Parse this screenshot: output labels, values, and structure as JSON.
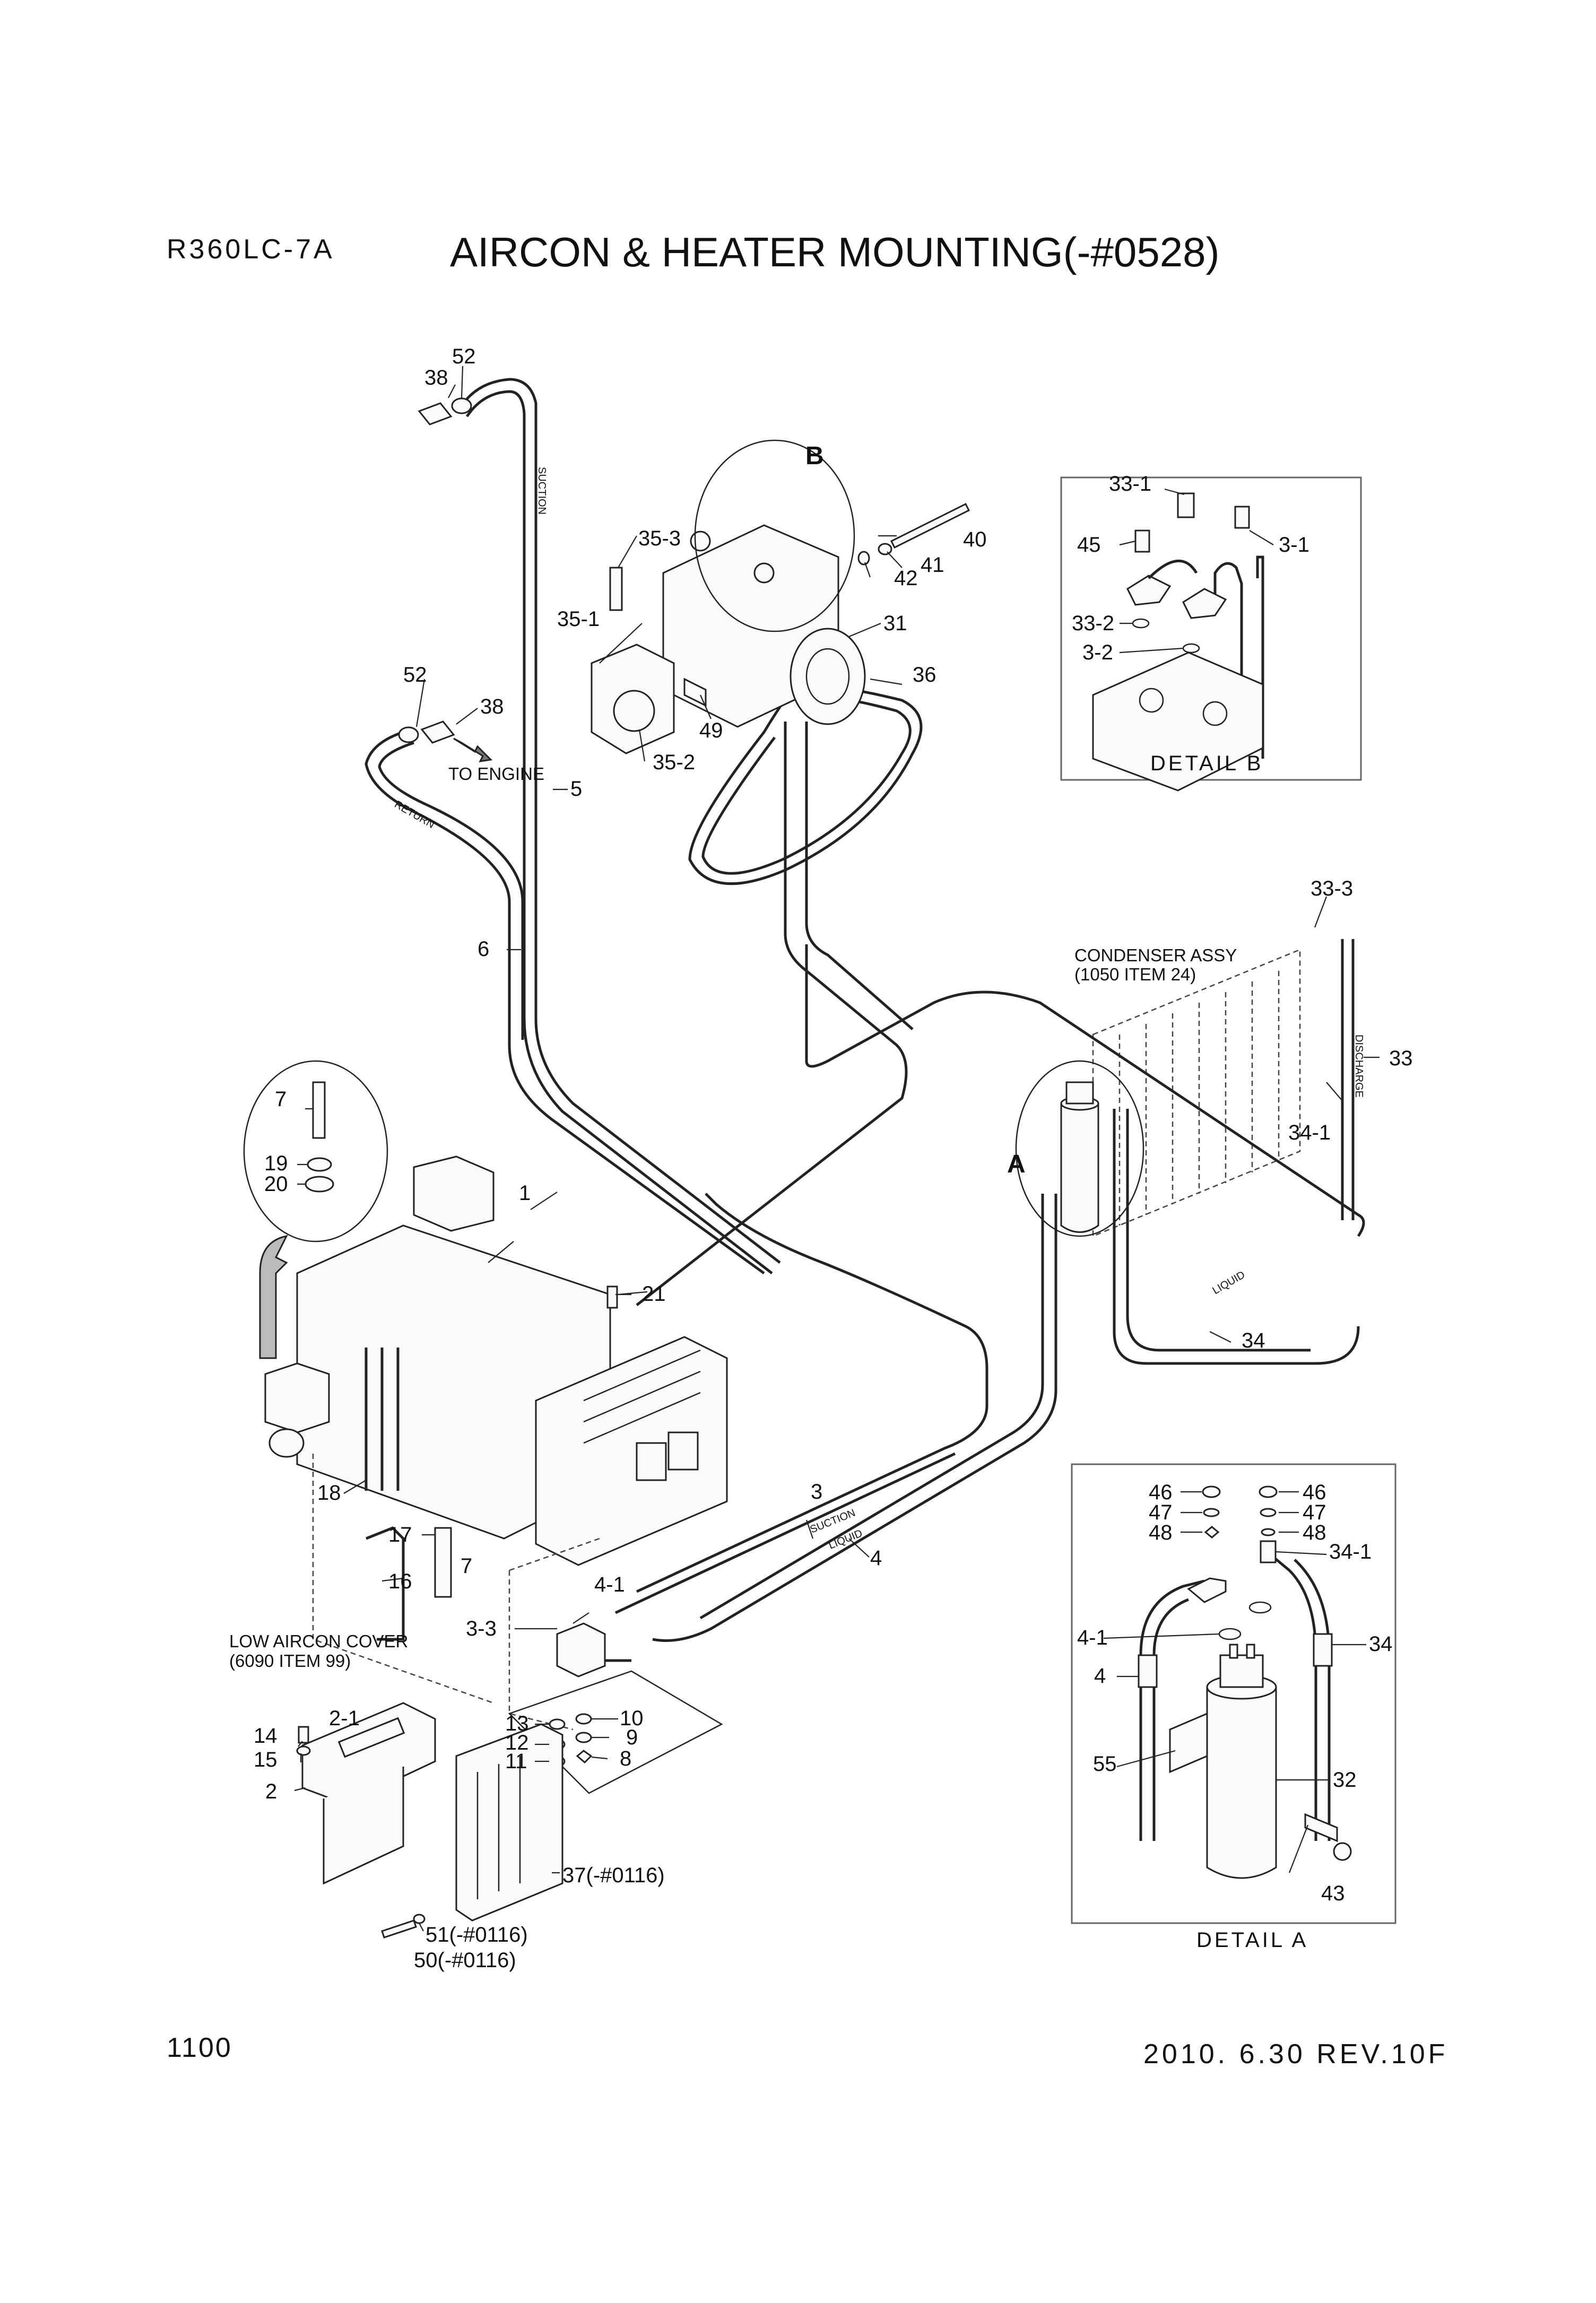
{
  "header": {
    "model": "R360LC-7A",
    "title": "AIRCON & HEATER MOUNTING(-#0528)"
  },
  "footer": {
    "page_number": "1100",
    "revision": "2010. 6.30  REV.10F"
  },
  "details": {
    "a_caption": "DETAIL A",
    "b_caption": "DETAIL B",
    "a_marker": "A",
    "b_marker": "B"
  },
  "notes": {
    "to_engine": "TO ENGINE",
    "condenser_line1": "CONDENSER ASSY",
    "condenser_line2": "(1050 ITEM 24)",
    "low_cover_line1": "LOW AIRCON COVER",
    "low_cover_line2": "(6090 ITEM 99)"
  },
  "hose_marks": {
    "suction": "SUCTION",
    "return": "RETURN",
    "discharge": "DISCHARGE",
    "liquid": "LIQUID",
    "suction2": "SUCTION",
    "liquid2": "LIQUID"
  },
  "callouts": {
    "c52a": "52",
    "c38a": "38",
    "cB": "B",
    "c353": "35-3",
    "c351": "35-1",
    "c40": "40",
    "c41": "41",
    "c42": "42",
    "c31": "31",
    "c36": "36",
    "c49": "49",
    "c352": "35-2",
    "c52b": "52",
    "c38b": "38",
    "c5": "5",
    "c6": "6",
    "c7a": "7",
    "c19": "19",
    "c20": "20",
    "c1": "1",
    "c21": "21",
    "c18": "18",
    "c17": "17",
    "c7b": "7",
    "c16": "16",
    "c3": "3",
    "c4": "4",
    "c41a": "4-1",
    "c33a": "3-3",
    "c13": "13",
    "c12": "12",
    "c11": "11",
    "c10": "10",
    "c9": "9",
    "c8": "8",
    "c14": "14",
    "c15": "15",
    "c21b": "2-1",
    "c2": "2",
    "c37": "37(-#0116)",
    "c51": "51(-#0116)",
    "c50": "50(-#0116)",
    "c333": "33-3",
    "c33": "33",
    "c341": "34-1",
    "c34": "34",
    "b331": "33-1",
    "b45": "45",
    "b31": "3-1",
    "b332": "33-2",
    "b32": "3-2",
    "a46": "46",
    "a47": "47",
    "a48": "48",
    "a46r": "46",
    "a47r": "47",
    "a48r": "48",
    "a341": "34-1",
    "a41": "4-1",
    "a4": "4",
    "a34": "34",
    "a55": "55",
    "a32": "32",
    "a43": "43"
  },
  "colors": {
    "line": "#222222",
    "frame": "#666666",
    "background": "#ffffff"
  }
}
